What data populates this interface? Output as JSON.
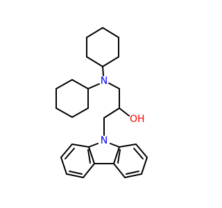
{
  "molecule": {
    "atom_labels": {
      "amine_nitrogen": "N",
      "hydroxyl": "OH",
      "carbazole_nitrogen": "N"
    },
    "colors": {
      "bond": "#000000",
      "nitrogen": "#0000ff",
      "oxygen": "#ff0000",
      "hydroxyl_hydrogen": "#000000"
    }
  }
}
